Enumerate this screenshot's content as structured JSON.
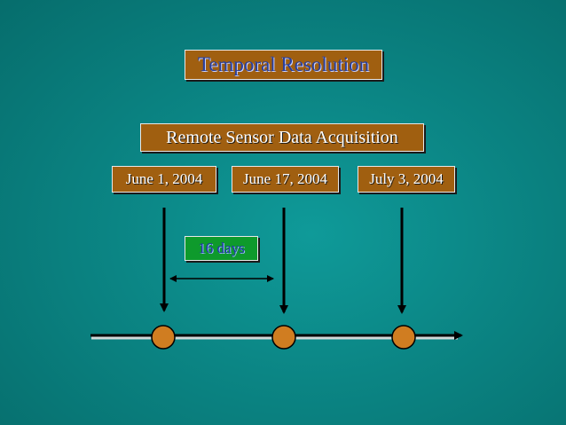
{
  "slide": {
    "title": "Temporal Resolution",
    "subtitle": "Remote Sensor Data Acquisition",
    "dates": [
      "June 1, 2004",
      "June 17, 2004",
      "July 3, 2004"
    ],
    "interval_label": "16 days"
  },
  "colors": {
    "background": "#0b8584",
    "box_brown": "#a05f10",
    "box_green": "#0e9a2c",
    "node_fill": "#d07d21",
    "arrow": "#000000"
  },
  "icons": {
    "acquisition_marker": "circle",
    "interval": "double-headed-arrow",
    "timeline": "right-arrow"
  }
}
